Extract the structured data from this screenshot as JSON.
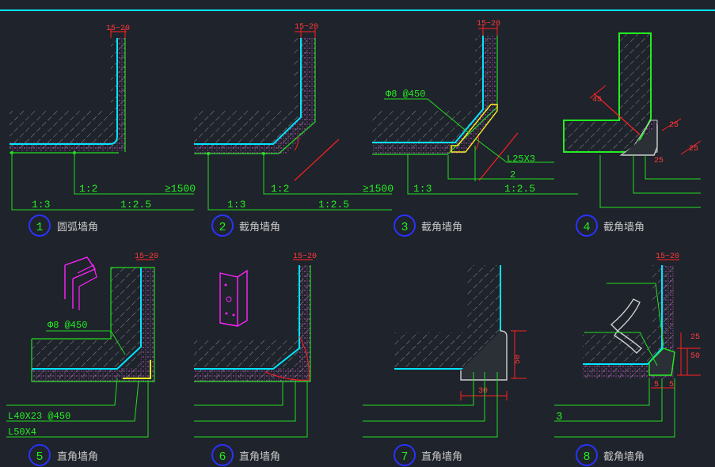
{
  "colors": {
    "background": "#1f232b",
    "wall_hatch": "#b8b8b8",
    "finish_line": "#00e5ff",
    "leader": "#22dd22",
    "dimension": "#ff2020",
    "dimension_text": "#ff3b3b",
    "bracket": "#ff22ff",
    "circle": "#2a32ff",
    "label_text": "#22ee22",
    "caption_text": "#c8c8c8",
    "plaster_dots": "#ff4cff"
  },
  "details": [
    {
      "number": "1",
      "caption": "圆弧墙角",
      "top_dim": "15~20",
      "labels": [
        "1:2",
        "≥1500",
        "1:3",
        "1:2.5"
      ]
    },
    {
      "number": "2",
      "caption": "截角墙角",
      "top_dim": "15~20",
      "labels": [
        "1:2",
        "≥1500",
        "1:3",
        "1:2.5"
      ]
    },
    {
      "number": "3",
      "caption": "截角墙角",
      "top_dim": "15~20",
      "labels": [
        "Φ8  @450",
        "L25X3",
        "2",
        "1:3",
        "1:2.5"
      ]
    },
    {
      "number": "4",
      "caption": "截角墙角",
      "labels": [
        "45",
        "25"
      ]
    },
    {
      "number": "5",
      "caption": "直角墙角",
      "top_dim": "15~20",
      "labels": [
        "Φ8  @450",
        "L40X23   @450",
        "L50X4"
      ]
    },
    {
      "number": "6",
      "caption": "直角墙角",
      "top_dim": "15~20",
      "labels": []
    },
    {
      "number": "7",
      "caption": "直角墙角",
      "labels": [
        "50",
        "30"
      ]
    },
    {
      "number": "8",
      "caption": "截角墙角",
      "top_dim": "15~20",
      "labels": [
        "25",
        "50",
        "3"
      ]
    }
  ]
}
